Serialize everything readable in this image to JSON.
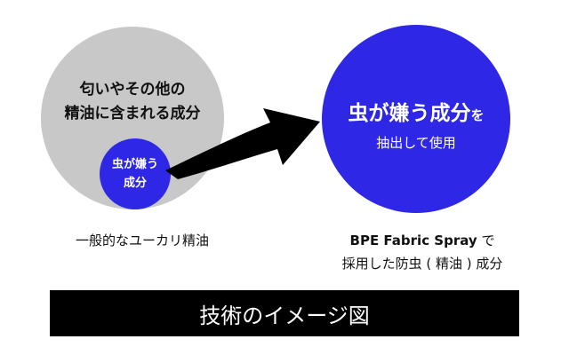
{
  "left": {
    "title_lines": [
      "匂いやその他の",
      "精油に含まれる成分"
    ],
    "inner_lines": [
      "虫が嫌う",
      "成分"
    ],
    "caption": "一般的なユーカリ精油"
  },
  "right": {
    "main": "虫が嫌う成分",
    "main_suffix": "を",
    "sub": "抽出して使用",
    "caption_brand": "BPE Fabric Spray",
    "caption_brand_suffix": " で",
    "caption_line2": "採用した防虫 ( 精油 ) 成分"
  },
  "banner": "技術のイメージ図",
  "colors": {
    "gray_circle": "#c8c8c8",
    "blue_circle": "#2e27e6",
    "arrow": "#000000",
    "banner_bg": "#000000"
  }
}
